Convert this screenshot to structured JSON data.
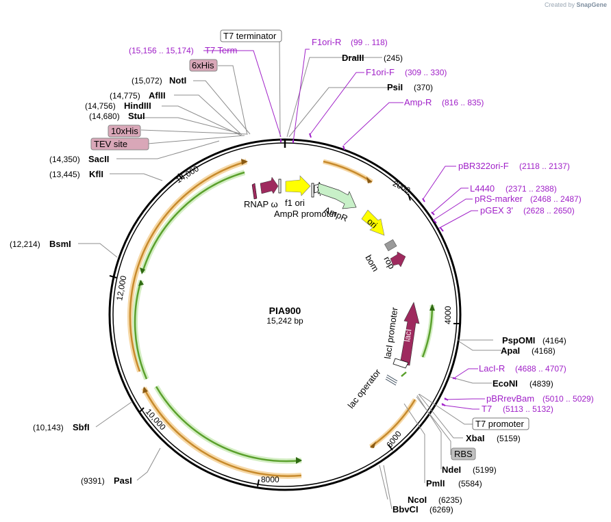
{
  "watermark": {
    "prefix": "Created by",
    "brand": "SnapGene"
  },
  "plasmid": {
    "name": "PIA900",
    "size_label": "15,242 bp",
    "length": 15242
  },
  "ticks": [
    "2000",
    "4000",
    "6000",
    "8000",
    "10,000",
    "12,000",
    "14,000"
  ],
  "enzymes": [
    {
      "name": "DraIII",
      "pos": "(245)"
    },
    {
      "name": "PsiI",
      "pos": "(370)"
    },
    {
      "name": "PspOMI",
      "pos": "(4164)"
    },
    {
      "name": "ApaI",
      "pos": "(4168)"
    },
    {
      "name": "EcoNI",
      "pos": "(4839)"
    },
    {
      "name": "XbaI",
      "pos": "(5159)"
    },
    {
      "name": "NdeI",
      "pos": "(5199)"
    },
    {
      "name": "PmlI",
      "pos": "(5584)"
    },
    {
      "name": "NcoI",
      "pos": "(6235)"
    },
    {
      "name": "BbvCI",
      "pos": "(6269)"
    },
    {
      "name": "PasI",
      "pos": "(9391)"
    },
    {
      "name": "SbfI",
      "pos": "(10,143)"
    },
    {
      "name": "BsmI",
      "pos": "(12,214)"
    },
    {
      "name": "KflI",
      "pos": "(13,445)"
    },
    {
      "name": "SacII",
      "pos": "(14,350)"
    },
    {
      "name": "StuI",
      "pos": "(14,680)"
    },
    {
      "name": "HindIII",
      "pos": "(14,756)"
    },
    {
      "name": "AflII",
      "pos": "(14,775)"
    },
    {
      "name": "NotI",
      "pos": "(15,072)"
    }
  ],
  "primers": [
    {
      "name": "F1ori-R",
      "pos": "(99 .. 118)"
    },
    {
      "name": "F1ori-F",
      "pos": "(309 .. 330)"
    },
    {
      "name": "Amp-R",
      "pos": "(816 .. 835)"
    },
    {
      "name": "pBR322ori-F",
      "pos": "(2118 .. 2137)"
    },
    {
      "name": "L4440",
      "pos": "(2371 .. 2388)"
    },
    {
      "name": "pRS-marker",
      "pos": "(2468 .. 2487)"
    },
    {
      "name": "pGEX 3'",
      "pos": "(2628 .. 2650)"
    },
    {
      "name": "LacI-R",
      "pos": "(4688 .. 4707)"
    },
    {
      "name": "pBRrevBam",
      "pos": "(5010 .. 5029)"
    },
    {
      "name": "T7",
      "pos": "(5113 .. 5132)"
    },
    {
      "name": "T7 Term",
      "pos": "(15,156 .. 15,174)"
    }
  ],
  "boxed_labels": {
    "t7_terminator": "T7 terminator",
    "t7_promoter": "T7 promoter",
    "rbs": "RBS",
    "his6": "6xHis",
    "his10": "10xHis",
    "tev": "TEV site"
  },
  "features": {
    "rnap": "RNAP ω",
    "f1ori": "f1 ori",
    "ampr_promoter": "AmpR promoter",
    "ampr": "AmpR",
    "ori": "ori",
    "bom": "bom",
    "rop": "rop",
    "laci_promoter": "lacI promoter",
    "laci": "lacI",
    "lac_operator": "lac operator"
  },
  "colors": {
    "backbone": "#000000",
    "orange_orf": "#c78a2c",
    "green_orf": "#5aa02c",
    "rnap": "#9e2a5e",
    "f1ori": "#ffff00",
    "ampr": "#c8f0c8",
    "ori": "#ffff00",
    "rop": "#9e2a5e",
    "laci": "#9e2a5e",
    "primer": "#a020c8",
    "his_tag": "#d9a7b8",
    "rbs": "#c0c0c0"
  }
}
